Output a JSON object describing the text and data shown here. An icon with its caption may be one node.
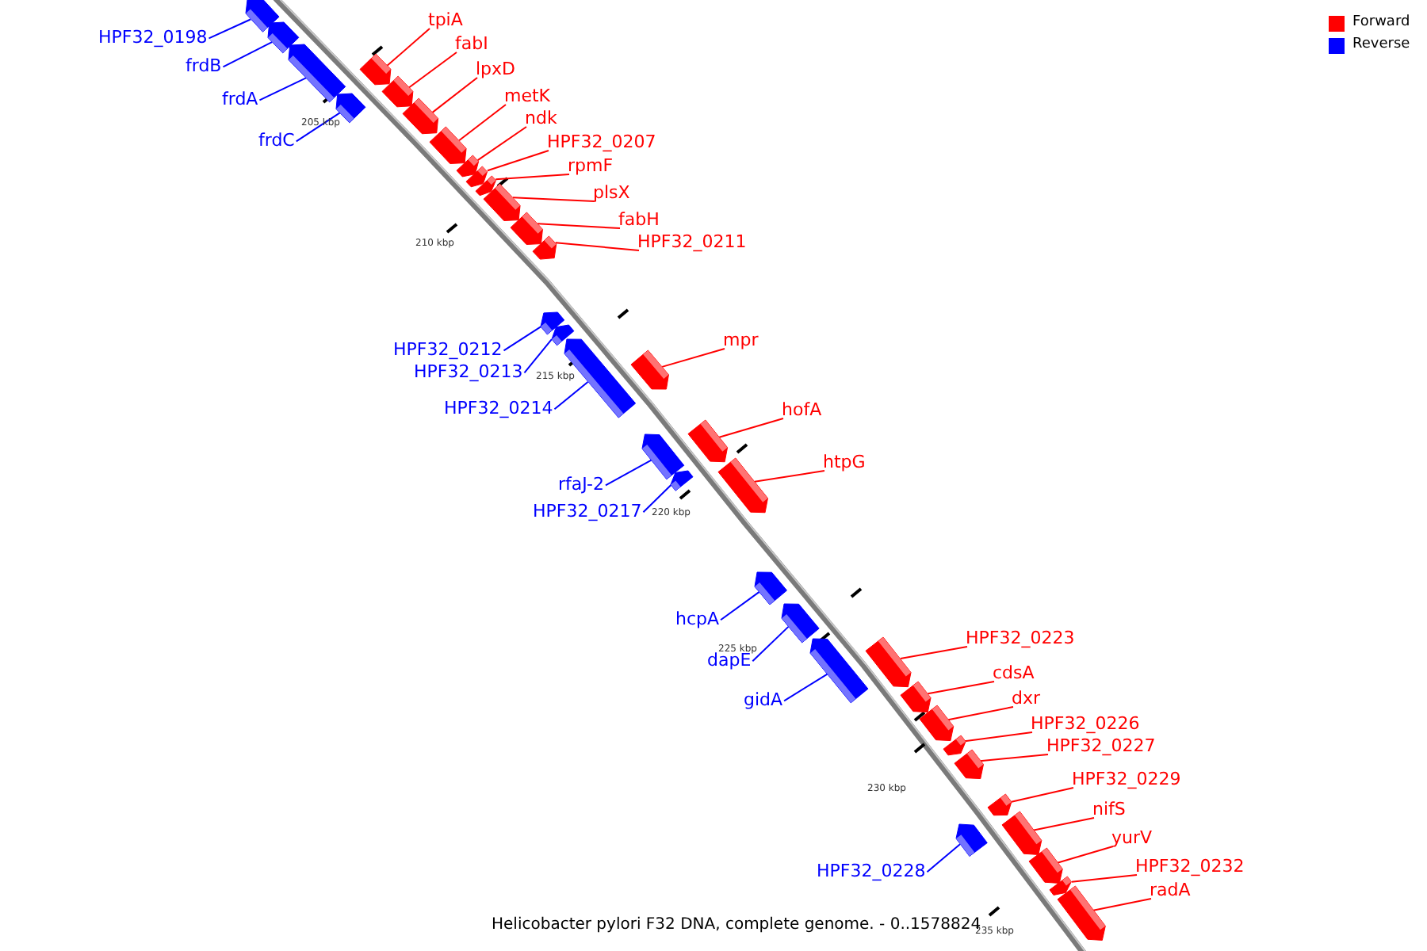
{
  "diagram": {
    "caption": "Helicobacter pylori F32 DNA, complete genome. - 0..1578824",
    "nodes": [
      {
        "text": [
          "HPF32_0198"
        ]
      },
      {
        "text": [],
        "shape": "bar"
      },
      {
        "text": [
          "frdB"
        ]
      },
      {
        "text": [],
        "shape": "bar"
      },
      {
        "text": [
          "frdA"
        ]
      },
      {
        "text": [],
        "shape": "bar"
      },
      {
        "text": [
          "frdC"
        ]
      },
      {
        "text": [],
        "shape": "bar"
      },
      {
        "text": [
          "tpiA"
        ]
      },
      {
        "text": [],
        "shape": "bar"
      },
      {
        "text": [
          "fabI"
        ]
      },
      {
        "text": [],
        "shape": "bar"
      },
      {
        "text": [
          "lpxD"
        ]
      },
      {
        "text": [],
        "shape": "bar"
      },
      {
        "text": [
          "metK"
        ]
      },
      {
        "text": [],
        "shape": "bar"
      },
      {
        "text": [
          "ndk"
        ]
      },
      {
        "text": [],
        "shape": "bar"
      },
      {
        "text": [
          "HPF32_0207"
        ]
      },
      {
        "text": [],
        "shape": "bar"
      },
      {
        "text": [
          "rpmF"
        ]
      },
      {
        "text": [],
        "shape": "bar"
      },
      {
        "text": [
          "plsX"
        ]
      },
      {
        "text": [],
        "shape": "bar"
      },
      {
        "text": [
          "fabH"
        ]
      },
      {
        "text": [],
        "shape": "bar"
      },
      {
        "text": [
          "HPF32_0211"
        ]
      },
      {
        "text": [],
        "shape": "bar"
      },
      {
        "text": [
          "HPF32_0212"
        ]
      },
      {
        "text": [],
        "shape": "bar"
      },
      {
        "text": [
          "HPF32_0213"
        ]
      },
      {
        "text": [],
        "shape": "bar"
      },
      {
        "text": [
          "HPF32_0214"
        ]
      },
      {
        "text": [],
        "shape": "bar"
      },
      {
        "text": [
          "mpr"
        ]
      },
      {
        "text": [],
        "shape": "bar"
      },
      {
        "text": [
          "rfaJ-2"
        ]
      },
      {
        "text": [],
        "shape": "bar"
      },
      {
        "text": [
          "HPF32_0217"
        ]
      },
      {
        "text": [],
        "shape": "bar"
      },
      {
        "text": [
          "hofA"
        ]
      },
      {
        "text": [],
        "shape": "bar"
      },
      {
        "text": [
          "htpG"
        ]
      },
      {
        "text": [],
        "shape": "bar"
      },
      {
        "text": [
          "hcpA"
        ]
      },
      {
        "text": [],
        "shape": "bar"
      },
      {
        "text": [
          "dapE"
        ]
      },
      {
        "text": [],
        "shape": "bar"
      },
      {
        "text": [
          "gidA"
        ]
      },
      {
        "text": [],
        "shape": "bar"
      },
      {
        "text": [
          "HPF32_0223"
        ]
      },
      {
        "text": [],
        "shape": "bar"
      },
      {
        "text": [
          "cdsA"
        ]
      },
      {
        "text": [],
        "shape": "bar"
      },
      {
        "text": [
          "dxr"
        ]
      },
      {
        "text": [],
        "shape": "bar"
      },
      {
        "text": [
          "HPF32_0226"
        ]
      },
      {
        "text": [],
        "shape": "bar"
      },
      {
        "text": [
          "HPF32_0227"
        ]
      },
      {
        "text": [],
        "shape": "bar"
      },
      {
        "text": [
          "HPF32_0228"
        ]
      },
      {
        "text": [],
        "shape": "bar"
      },
      {
        "text": [
          "HPF32_0229"
        ]
      },
      {
        "text": [],
        "shape": "bar"
      },
      {
        "text": [
          "nifS"
        ]
      },
      {
        "text": [],
        "shape": "bar"
      },
      {
        "text": [
          "yurV"
        ]
      },
      {
        "text": [],
        "shape": "bar"
      },
      {
        "text": [
          "HPF32_0232"
        ]
      },
      {
        "text": [],
        "shape": "bar"
      },
      {
        "text": [
          "radA"
        ]
      },
      {
        "text": [],
        "shape": "bar"
      }
    ],
    "edges": [
      {
        "from": 0,
        "to": 1,
        "arrow": "none",
        "color": "#0000ff"
      },
      {
        "from": 2,
        "to": 3,
        "arrow": "none",
        "color": "#0000ff"
      },
      {
        "from": 4,
        "to": 5,
        "arrow": "none",
        "color": "#0000ff"
      },
      {
        "from": 6,
        "to": 7,
        "arrow": "none",
        "color": "#0000ff"
      },
      {
        "from": 8,
        "to": 9,
        "arrow": "none",
        "color": "#ff0000"
      },
      {
        "from": 10,
        "to": 11,
        "arrow": "none",
        "color": "#ff0000"
      },
      {
        "from": 12,
        "to": 13,
        "arrow": "none",
        "color": "#ff0000"
      },
      {
        "from": 14,
        "to": 15,
        "arrow": "none",
        "color": "#ff0000"
      },
      {
        "from": 16,
        "to": 17,
        "arrow": "none",
        "color": "#ff0000"
      },
      {
        "from": 18,
        "to": 19,
        "arrow": "none",
        "color": "#ff0000"
      },
      {
        "from": 20,
        "to": 21,
        "arrow": "none",
        "color": "#ff0000"
      },
      {
        "from": 22,
        "to": 23,
        "arrow": "none",
        "color": "#ff0000"
      },
      {
        "from": 24,
        "to": 25,
        "arrow": "none",
        "color": "#ff0000"
      },
      {
        "from": 26,
        "to": 27,
        "arrow": "none",
        "color": "#ff0000"
      },
      {
        "from": 28,
        "to": 29,
        "arrow": "none",
        "color": "#0000ff"
      },
      {
        "from": 30,
        "to": 31,
        "arrow": "none",
        "color": "#0000ff"
      },
      {
        "from": 32,
        "to": 33,
        "arrow": "none",
        "color": "#0000ff"
      },
      {
        "from": 34,
        "to": 35,
        "arrow": "none",
        "color": "#ff0000"
      },
      {
        "from": 36,
        "to": 37,
        "arrow": "none",
        "color": "#0000ff"
      },
      {
        "from": 38,
        "to": 39,
        "arrow": "none",
        "color": "#0000ff"
      },
      {
        "from": 40,
        "to": 41,
        "arrow": "none",
        "color": "#ff0000"
      },
      {
        "from": 42,
        "to": 43,
        "arrow": "none",
        "color": "#ff0000"
      },
      {
        "from": 44,
        "to": 45,
        "arrow": "none",
        "color": "#0000ff"
      },
      {
        "from": 46,
        "to": 47,
        "arrow": "none",
        "color": "#0000ff"
      },
      {
        "from": 48,
        "to": 49,
        "arrow": "none",
        "color": "#0000ff"
      },
      {
        "from": 50,
        "to": 51,
        "arrow": "none",
        "color": "#ff0000"
      },
      {
        "from": 52,
        "to": 53,
        "arrow": "none",
        "color": "#ff0000"
      },
      {
        "from": 54,
        "to": 55,
        "arrow": "none",
        "color": "#ff0000"
      },
      {
        "from": 56,
        "to": 57,
        "arrow": "none",
        "color": "#ff0000"
      },
      {
        "from": 58,
        "to": 59,
        "arrow": "none",
        "color": "#ff0000"
      },
      {
        "from": 60,
        "to": 61,
        "arrow": "none",
        "color": "#0000ff"
      },
      {
        "from": 62,
        "to": 63,
        "arrow": "none",
        "color": "#ff0000"
      },
      {
        "from": 64,
        "to": 65,
        "arrow": "none",
        "color": "#ff0000"
      },
      {
        "from": 66,
        "to": 67,
        "arrow": "none",
        "color": "#ff0000"
      },
      {
        "from": 68,
        "to": 69,
        "arrow": "none",
        "color": "#ff0000"
      },
      {
        "from": 70,
        "to": 71,
        "arrow": "none",
        "color": "#ff0000"
      }
    ],
    "labels": [
      "205 kbp",
      "210 kbp",
      "215 kbp",
      "220 kbp",
      "225 kbp",
      "230 kbp",
      "235 kbp"
    ],
    "legend": [
      {
        "text": "Forward",
        "color": "#ff0000"
      },
      {
        "text": "Reverse",
        "color": "#0000ff"
      }
    ]
  }
}
